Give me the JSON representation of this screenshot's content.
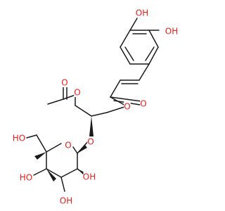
{
  "colors": {
    "bond": "#1a1a1a",
    "oxygen": "#e8201c",
    "background": "#ffffff"
  },
  "atoms": [
    {
      "id": "oh_top_a",
      "text": "OH",
      "element": "O"
    },
    {
      "id": "oh_top_b",
      "text": "OH",
      "element": "O"
    },
    {
      "id": "o_ester_carbonyl",
      "text": "O",
      "element": "O"
    },
    {
      "id": "o_ester_link",
      "text": "O",
      "element": "O"
    },
    {
      "id": "o_acetyl_carbonyl",
      "text": "O",
      "element": "O"
    },
    {
      "id": "o_acetyl_link",
      "text": "O",
      "element": "O"
    },
    {
      "id": "o_glycoside",
      "text": "O",
      "element": "O"
    },
    {
      "id": "o_ring",
      "text": "O",
      "element": "O"
    },
    {
      "id": "ho_ch2oh",
      "text": "HO",
      "element": "O"
    },
    {
      "id": "ho_c4",
      "text": "HO",
      "element": "O"
    },
    {
      "id": "oh_c2",
      "text": "OH",
      "element": "O"
    },
    {
      "id": "oh_c3",
      "text": "OH",
      "element": "O"
    }
  ]
}
